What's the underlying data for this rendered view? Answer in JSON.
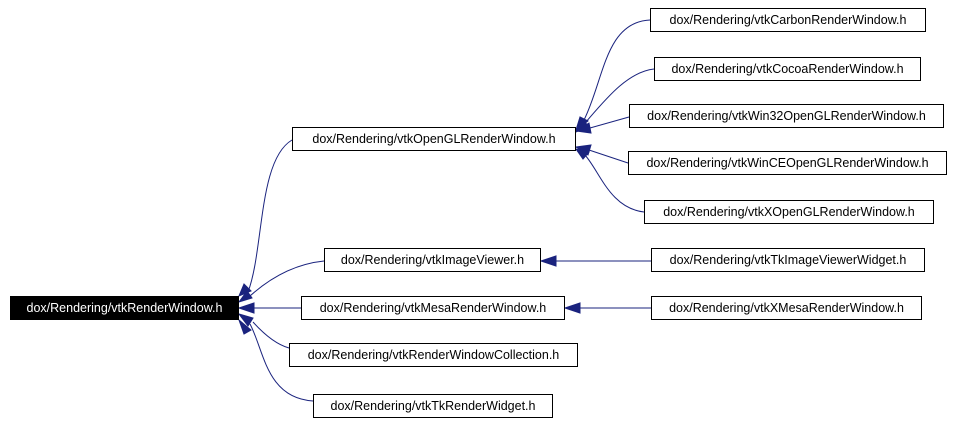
{
  "nodes": {
    "root": "dox/Rendering/vtkRenderWindow.h",
    "opengl": "dox/Rendering/vtkOpenGLRenderWindow.h",
    "imageviewer": "dox/Rendering/vtkImageViewer.h",
    "mesa": "dox/Rendering/vtkMesaRenderWindow.h",
    "collection": "dox/Rendering/vtkRenderWindowCollection.h",
    "tkrender": "dox/Rendering/vtkTkRenderWidget.h",
    "carbon": "dox/Rendering/vtkCarbonRenderWindow.h",
    "cocoa": "dox/Rendering/vtkCocoaRenderWindow.h",
    "win32": "dox/Rendering/vtkWin32OpenGLRenderWindow.h",
    "wince": "dox/Rendering/vtkWinCEOpenGLRenderWindow.h",
    "xopengl": "dox/Rendering/vtkXOpenGLRenderWindow.h",
    "tkimage": "dox/Rendering/vtkTkImageViewerWidget.h",
    "xmesa": "dox/Rendering/vtkXMesaRenderWindow.h"
  },
  "colors": {
    "edge": "#1a237e",
    "root_fill": "#000000",
    "root_text": "#ffffff"
  }
}
